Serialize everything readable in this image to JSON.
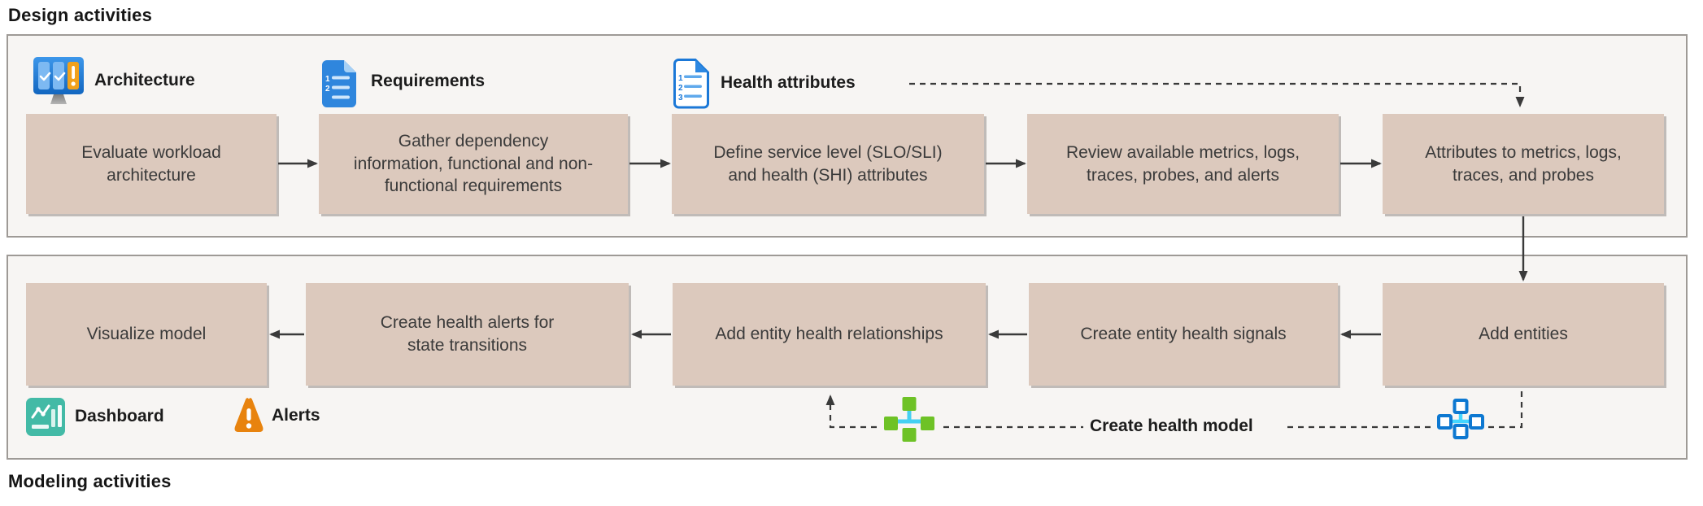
{
  "page": {
    "design_heading": "Design activities",
    "modeling_heading": "Modeling activities"
  },
  "design_section": {
    "icon_labels": {
      "architecture": "Architecture",
      "requirements": "Requirements",
      "health_attributes": "Health attributes"
    },
    "boxes": [
      "Evaluate workload architecture",
      "Gather dependency information, functional and non-functional requirements",
      "Define service level (SLO/SLI) and health (SHI) attributes",
      "Review available metrics, logs, traces, probes, and alerts",
      "Attributes to metrics, logs, traces, and probes"
    ]
  },
  "modeling_section": {
    "icon_labels": {
      "dashboard": "Dashboard",
      "alerts": "Alerts"
    },
    "create_health_model_label": "Create health model",
    "boxes": [
      "Visualize model",
      "Create health alerts for state transitions",
      "Add entity health relationships",
      "Create entity health signals",
      "Add entities"
    ]
  },
  "icons": [
    "architecture-monitor-checklist-icon",
    "requirements-document-icon",
    "health-attributes-document-icon",
    "dashboard-chart-icon",
    "alerts-warning-triangle-icon",
    "health-model-hierarchy-green-icon",
    "health-model-hierarchy-blue-icon"
  ],
  "colors": {
    "box_fill": "#dcc9bd",
    "container_fill": "#f7f5f3",
    "container_border": "#9e9a96",
    "connector": "#3a3a3a",
    "accent_blue": "#1b7fd4",
    "accent_orange": "#e8830e",
    "accent_teal": "#43baa6",
    "accent_green": "#6ec226",
    "accent_cyan": "#45d0f2"
  }
}
